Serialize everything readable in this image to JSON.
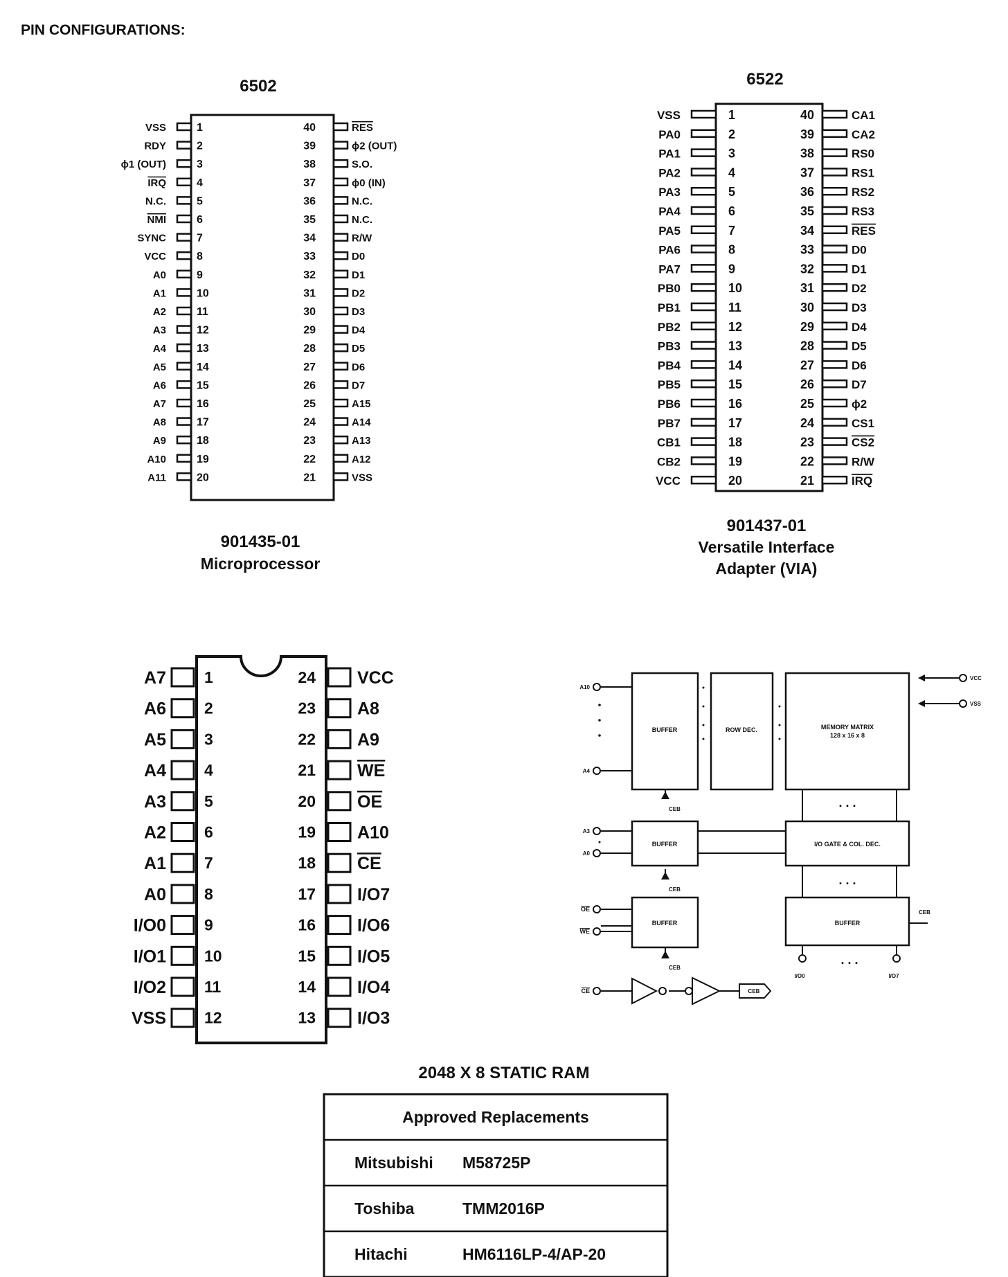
{
  "heading": "PIN CONFIGURATIONS:",
  "chip_6502": {
    "title": "6502",
    "part_number": "901435-01",
    "description": "Microprocessor",
    "left_pins": [
      {
        "num": "1",
        "name": "VSS"
      },
      {
        "num": "2",
        "name": "RDY"
      },
      {
        "num": "3",
        "name": "ϕ1 (OUT)"
      },
      {
        "num": "4",
        "name": "IRQ",
        "overbar": true
      },
      {
        "num": "5",
        "name": "N.C."
      },
      {
        "num": "6",
        "name": "NMI",
        "overbar": true
      },
      {
        "num": "7",
        "name": "SYNC"
      },
      {
        "num": "8",
        "name": "VCC"
      },
      {
        "num": "9",
        "name": "A0"
      },
      {
        "num": "10",
        "name": "A1"
      },
      {
        "num": "11",
        "name": "A2"
      },
      {
        "num": "12",
        "name": "A3"
      },
      {
        "num": "13",
        "name": "A4"
      },
      {
        "num": "14",
        "name": "A5"
      },
      {
        "num": "15",
        "name": "A6"
      },
      {
        "num": "16",
        "name": "A7"
      },
      {
        "num": "17",
        "name": "A8"
      },
      {
        "num": "18",
        "name": "A9"
      },
      {
        "num": "19",
        "name": "A10"
      },
      {
        "num": "20",
        "name": "A11"
      }
    ],
    "right_pins": [
      {
        "num": "40",
        "name": "RES",
        "overbar": true
      },
      {
        "num": "39",
        "name": "ϕ2 (OUT)"
      },
      {
        "num": "38",
        "name": "S.O."
      },
      {
        "num": "37",
        "name": "ϕ0 (IN)"
      },
      {
        "num": "36",
        "name": "N.C."
      },
      {
        "num": "35",
        "name": "N.C."
      },
      {
        "num": "34",
        "name": "R/W"
      },
      {
        "num": "33",
        "name": "D0"
      },
      {
        "num": "32",
        "name": "D1"
      },
      {
        "num": "31",
        "name": "D2"
      },
      {
        "num": "30",
        "name": "D3"
      },
      {
        "num": "29",
        "name": "D4"
      },
      {
        "num": "28",
        "name": "D5"
      },
      {
        "num": "27",
        "name": "D6"
      },
      {
        "num": "26",
        "name": "D7"
      },
      {
        "num": "25",
        "name": "A15"
      },
      {
        "num": "24",
        "name": "A14"
      },
      {
        "num": "23",
        "name": "A13"
      },
      {
        "num": "22",
        "name": "A12"
      },
      {
        "num": "21",
        "name": "VSS"
      }
    ]
  },
  "chip_6522": {
    "title": "6522",
    "part_number": "901437-01",
    "description_line1": "Versatile Interface",
    "description_line2": "Adapter (VIA)",
    "left_pins": [
      {
        "num": "1",
        "name": "VSS"
      },
      {
        "num": "2",
        "name": "PA0"
      },
      {
        "num": "3",
        "name": "PA1"
      },
      {
        "num": "4",
        "name": "PA2"
      },
      {
        "num": "5",
        "name": "PA3"
      },
      {
        "num": "6",
        "name": "PA4"
      },
      {
        "num": "7",
        "name": "PA5"
      },
      {
        "num": "8",
        "name": "PA6"
      },
      {
        "num": "9",
        "name": "PA7"
      },
      {
        "num": "10",
        "name": "PB0"
      },
      {
        "num": "11",
        "name": "PB1"
      },
      {
        "num": "12",
        "name": "PB2"
      },
      {
        "num": "13",
        "name": "PB3"
      },
      {
        "num": "14",
        "name": "PB4"
      },
      {
        "num": "15",
        "name": "PB5"
      },
      {
        "num": "16",
        "name": "PB6"
      },
      {
        "num": "17",
        "name": "PB7"
      },
      {
        "num": "18",
        "name": "CB1"
      },
      {
        "num": "19",
        "name": "CB2"
      },
      {
        "num": "20",
        "name": "VCC"
      }
    ],
    "right_pins": [
      {
        "num": "40",
        "name": "CA1"
      },
      {
        "num": "39",
        "name": "CA2"
      },
      {
        "num": "38",
        "name": "RS0"
      },
      {
        "num": "37",
        "name": "RS1"
      },
      {
        "num": "36",
        "name": "RS2"
      },
      {
        "num": "35",
        "name": "RS3"
      },
      {
        "num": "34",
        "name": "RES",
        "overbar": true
      },
      {
        "num": "33",
        "name": "D0"
      },
      {
        "num": "32",
        "name": "D1"
      },
      {
        "num": "31",
        "name": "D2"
      },
      {
        "num": "30",
        "name": "D3"
      },
      {
        "num": "29",
        "name": "D4"
      },
      {
        "num": "28",
        "name": "D5"
      },
      {
        "num": "27",
        "name": "D6"
      },
      {
        "num": "26",
        "name": "D7"
      },
      {
        "num": "25",
        "name": "ϕ2"
      },
      {
        "num": "24",
        "name": "CS1"
      },
      {
        "num": "23",
        "name": "CS2",
        "overbar": true
      },
      {
        "num": "22",
        "name": "R/W"
      },
      {
        "num": "21",
        "name": "IRQ",
        "overbar": true
      }
    ]
  },
  "chip_ram": {
    "title": "2048 X 8 STATIC RAM",
    "left_pins": [
      {
        "num": "1",
        "name": "A7"
      },
      {
        "num": "2",
        "name": "A6"
      },
      {
        "num": "3",
        "name": "A5"
      },
      {
        "num": "4",
        "name": "A4"
      },
      {
        "num": "5",
        "name": "A3"
      },
      {
        "num": "6",
        "name": "A2"
      },
      {
        "num": "7",
        "name": "A1"
      },
      {
        "num": "8",
        "name": "A0"
      },
      {
        "num": "9",
        "name": "I/O0"
      },
      {
        "num": "10",
        "name": "I/O1"
      },
      {
        "num": "11",
        "name": "I/O2"
      },
      {
        "num": "12",
        "name": "VSS"
      }
    ],
    "right_pins": [
      {
        "num": "24",
        "name": "VCC"
      },
      {
        "num": "23",
        "name": "A8"
      },
      {
        "num": "22",
        "name": "A9"
      },
      {
        "num": "21",
        "name": "WE",
        "overbar": true
      },
      {
        "num": "20",
        "name": "OE",
        "overbar": true
      },
      {
        "num": "19",
        "name": "A10"
      },
      {
        "num": "18",
        "name": "CE",
        "overbar": true
      },
      {
        "num": "17",
        "name": "I/O7"
      },
      {
        "num": "16",
        "name": "I/O6"
      },
      {
        "num": "15",
        "name": "I/O5"
      },
      {
        "num": "14",
        "name": "I/O4"
      },
      {
        "num": "13",
        "name": "I/O3"
      }
    ]
  },
  "block_diagram": {
    "inputs": {
      "a10": "A10",
      "a4": "A4",
      "a3": "A3",
      "a0": "A0",
      "oe": "OE",
      "we": "WE",
      "ce": "CE"
    },
    "power": {
      "vcc": "VCC",
      "vss": "VSS"
    },
    "row_buffer": "BUFFER",
    "row_decoder": "ROW DEC.",
    "matrix_title": "MEMORY MATRIX",
    "matrix_size": "128 x 16 x 8",
    "col_buffer": "BUFFER",
    "io_gate": "I/O GATE & COL. DEC.",
    "ctrl_buffer": "BUFFER",
    "data_buffer": "BUFFER",
    "ceb": "CEB",
    "io0": "I/O0",
    "io7": "I/O7",
    "dots": ". . ."
  },
  "replacements": {
    "header": "Approved Replacements",
    "rows": [
      {
        "maker": "Mitsubishi",
        "part": "M58725P"
      },
      {
        "maker": "Toshiba",
        "part": "TMM2016P"
      },
      {
        "maker": "Hitachi",
        "part": "HM6116LP-4/AP-20"
      }
    ]
  }
}
